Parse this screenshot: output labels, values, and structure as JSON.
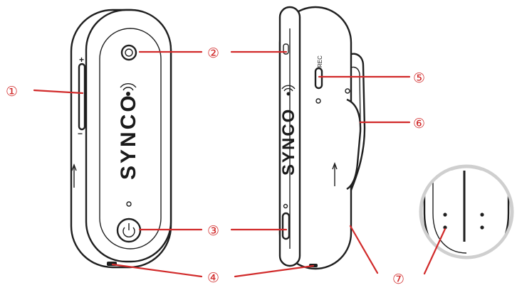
{
  "device": {
    "brand_text": "SYNCO",
    "rec_label": "REC",
    "plus_sign": "+",
    "minus_sign": "−"
  },
  "callouts": [
    "①",
    "②",
    "③",
    "④",
    "⑤",
    "⑥",
    "⑦"
  ],
  "colors": {
    "callout": "#d12a2a",
    "outline": "#1f1f1f",
    "body": "#ffffff",
    "magnifier": "#cfcfcf"
  }
}
